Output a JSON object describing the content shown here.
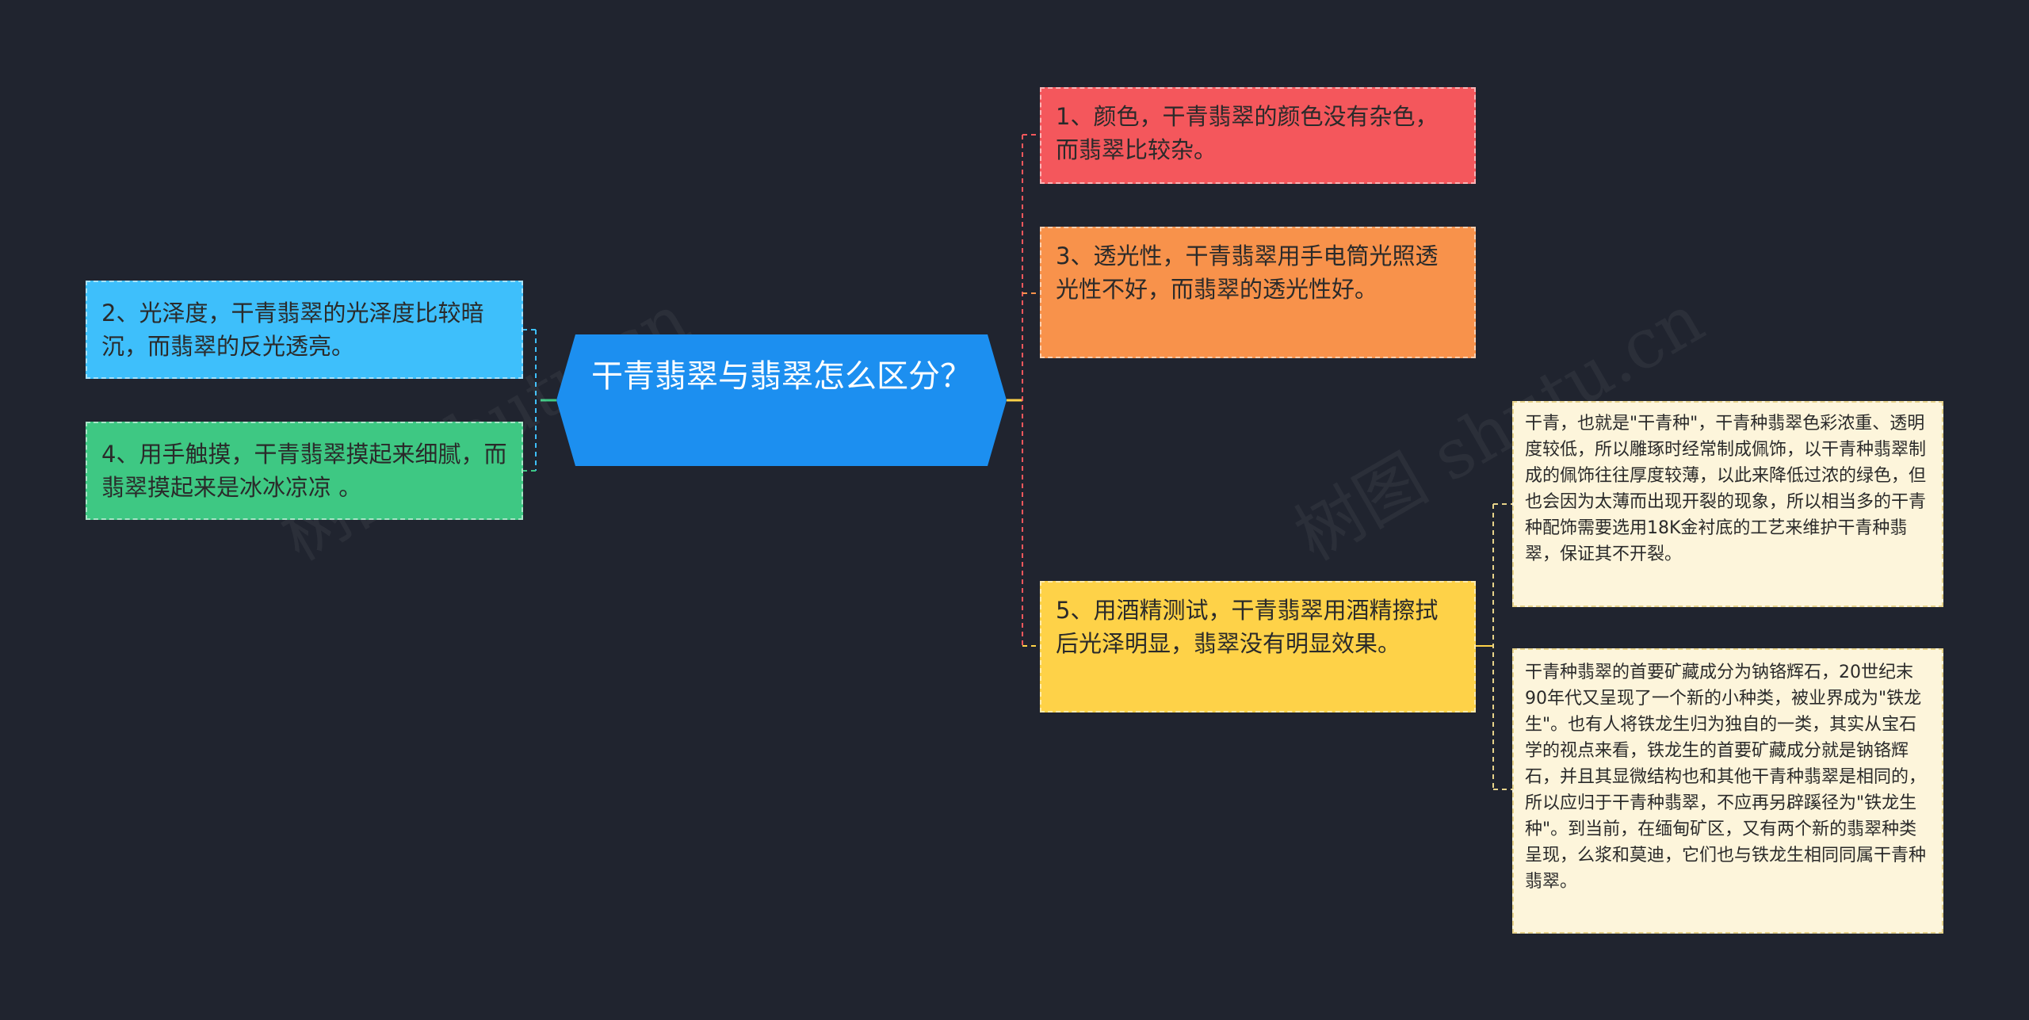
{
  "center": {
    "title": "干青翡翠与翡翠怎么区分？"
  },
  "nodes": {
    "n1": "1、颜色，干青翡翠的颜色没有杂色，而翡翠比较杂。",
    "n2": "2、光泽度，干青翡翠的光泽度比较暗沉，而翡翠的反光透亮。",
    "n3": "3、透光性，干青翡翠用手电筒光照透光性不好，而翡翠的透光性好。",
    "n4": "4、用手触摸，干青翡翠摸起来细腻，而翡翠摸起来是冰冰凉凉 。",
    "n5": "5、用酒精测试，干青翡翠用酒精擦拭后光泽明显，翡翠没有明显效果。"
  },
  "details": {
    "d1": "干青，也就是\"干青种\"，干青种翡翠色彩浓重、透明度较低，所以雕琢时经常制成佩饰，以干青种翡翠制成的佩饰往往厚度较薄，以此来降低过浓的绿色，但也会因为太薄而出现开裂的现象，所以相当多的干青种配饰需要选用18K金衬底的工艺来维护干青种翡翠，保证其不开裂。",
    "d2": "干青种翡翠的首要矿藏成分为钠铬辉石，20世纪末90年代又呈现了一个新的小种类，被业界成为\"铁龙生\"。也有人将铁龙生归为独自的一类，其实从宝石学的视点来看，铁龙生的首要矿藏成分就是钠铬辉石，并且其显微结构也和其他干青种翡翠是相同的，所以应归于干青种翡翠，不应再另辟蹊径为\"铁龙生种\"。到当前，在缅甸矿区，又有两个新的翡翠种类呈现，么浆和莫迪，它们也与铁龙生相同同属干青种翡翠。"
  },
  "watermarks": [
    "树图 shutu.cn",
    "树图 shutu.cn"
  ],
  "colors": {
    "background": "#20242f",
    "center": "#1c8ff0",
    "n1": "#f4575c",
    "n2": "#3ebffb",
    "n3": "#f8924b",
    "n4": "#3ec883",
    "n5": "#fed248",
    "detail": "#fdf5db"
  }
}
